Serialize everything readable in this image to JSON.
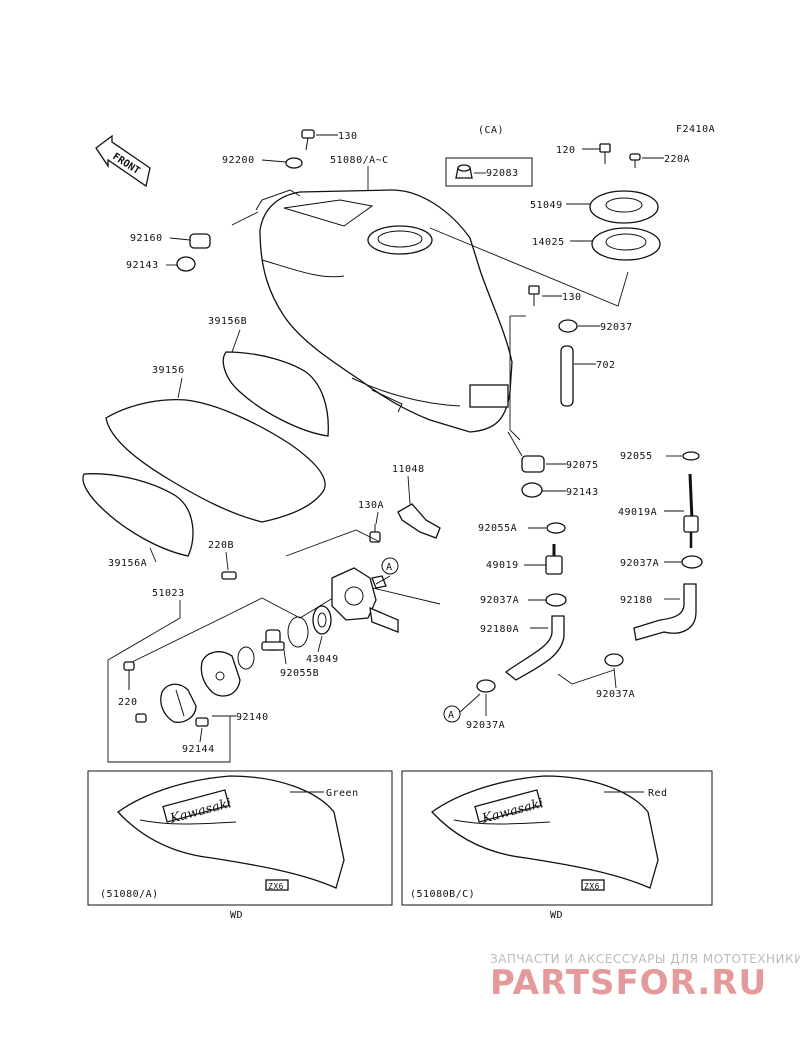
{
  "diagram_code": "F2410A",
  "front_label": "FRONT",
  "ca_label": "(CA)",
  "parts": {
    "p130_top": "130",
    "p92200": "92200",
    "p51080": "51080/A~C",
    "p92083": "92083",
    "p120": "120",
    "p220A": "220A",
    "p51049": "51049",
    "p14025": "14025",
    "p92160": "92160",
    "p92143_top": "92143",
    "p130_mid": "130",
    "p92037": "92037",
    "p702": "702",
    "p39156B": "39156B",
    "p39156": "39156",
    "p39156A": "39156A",
    "p92075": "92075",
    "p92143_mid": "92143",
    "p92055": "92055",
    "p49019A": "49019A",
    "p11048": "11048",
    "p130A": "130A",
    "p92055A": "92055A",
    "p49019": "49019",
    "p220B": "220B",
    "p92037A_1": "92037A",
    "p92037A_2": "92037A",
    "p92180": "92180",
    "p92180A": "92180A",
    "p51023": "51023",
    "p43049": "43049",
    "p92055B": "92055B",
    "p92037A_3": "92037A",
    "p220": "220",
    "p92140": "92140",
    "p92144": "92144",
    "p92037A_4": "92037A",
    "circle_A_1": "A",
    "circle_A_2": "A"
  },
  "variants": [
    {
      "color": "Green",
      "code": "(51080/A)",
      "region": "WD",
      "brand": "Kawasaki",
      "badge": "ZX6"
    },
    {
      "color": "Red",
      "code": "(51080B/C)",
      "region": "WD",
      "brand": "Kawasaki",
      "badge": "ZX6"
    }
  ],
  "watermark": {
    "line1": "ЗАПЧАСТИ И АКСЕССУАРЫ ДЛЯ МОТОТЕХНИКИ",
    "line2": "PARTSFOR.RU"
  }
}
